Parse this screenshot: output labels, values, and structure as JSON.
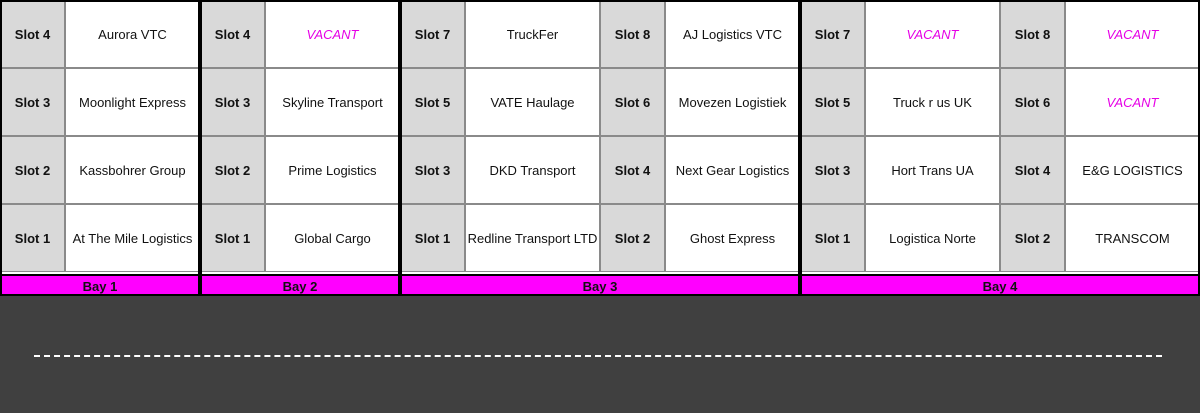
{
  "vacant_text": "VACANT",
  "colors": {
    "bay_label_bg": "#ff00ff",
    "vacant_text": "#e600e6",
    "slot_cell_bg": "#d9d9d9",
    "road": "#404040",
    "road_marking": "#ffffff"
  },
  "bays": [
    {
      "label": "Bay 1",
      "columns": [
        [
          {
            "slot": "Slot 4",
            "company": "Aurora VTC",
            "vacant": false
          },
          {
            "slot": "Slot 3",
            "company": "Moonlight Express",
            "vacant": false
          },
          {
            "slot": "Slot 2",
            "company": "Kassbohrer Group",
            "vacant": false
          },
          {
            "slot": "Slot 1",
            "company": "At The Mile Logistics",
            "vacant": false
          }
        ]
      ]
    },
    {
      "label": "Bay 2",
      "columns": [
        [
          {
            "slot": "Slot 4",
            "company": "VACANT",
            "vacant": true
          },
          {
            "slot": "Slot 3",
            "company": "Skyline Transport",
            "vacant": false
          },
          {
            "slot": "Slot 2",
            "company": "Prime Logistics",
            "vacant": false
          },
          {
            "slot": "Slot 1",
            "company": "Global Cargo",
            "vacant": false
          }
        ]
      ]
    },
    {
      "label": "Bay 3",
      "columns": [
        [
          {
            "slot": "Slot 7",
            "company": "TruckFer",
            "vacant": false
          },
          {
            "slot": "Slot 5",
            "company": "VATE Haulage",
            "vacant": false
          },
          {
            "slot": "Slot 3",
            "company": "DKD Transport",
            "vacant": false
          },
          {
            "slot": "Slot 1",
            "company": "Redline Transport LTD",
            "vacant": false
          }
        ],
        [
          {
            "slot": "Slot 8",
            "company": "AJ Logistics VTC",
            "vacant": false
          },
          {
            "slot": "Slot 6",
            "company": "Movezen Logistiek",
            "vacant": false
          },
          {
            "slot": "Slot 4",
            "company": "Next Gear Logistics",
            "vacant": false
          },
          {
            "slot": "Slot 2",
            "company": "Ghost Express",
            "vacant": false
          }
        ]
      ]
    },
    {
      "label": "Bay 4",
      "columns": [
        [
          {
            "slot": "Slot 7",
            "company": "VACANT",
            "vacant": true
          },
          {
            "slot": "Slot 5",
            "company": "Truck r us UK",
            "vacant": false
          },
          {
            "slot": "Slot 3",
            "company": "Hort Trans UA",
            "vacant": false
          },
          {
            "slot": "Slot 1",
            "company": "Logistica Norte",
            "vacant": false
          }
        ],
        [
          {
            "slot": "Slot 8",
            "company": "VACANT",
            "vacant": true
          },
          {
            "slot": "Slot 6",
            "company": "VACANT",
            "vacant": true
          },
          {
            "slot": "Slot 4",
            "company": "E&G LOGISTICS",
            "vacant": false
          },
          {
            "slot": "Slot 2",
            "company": "TRANSCOM",
            "vacant": false
          }
        ]
      ]
    }
  ]
}
